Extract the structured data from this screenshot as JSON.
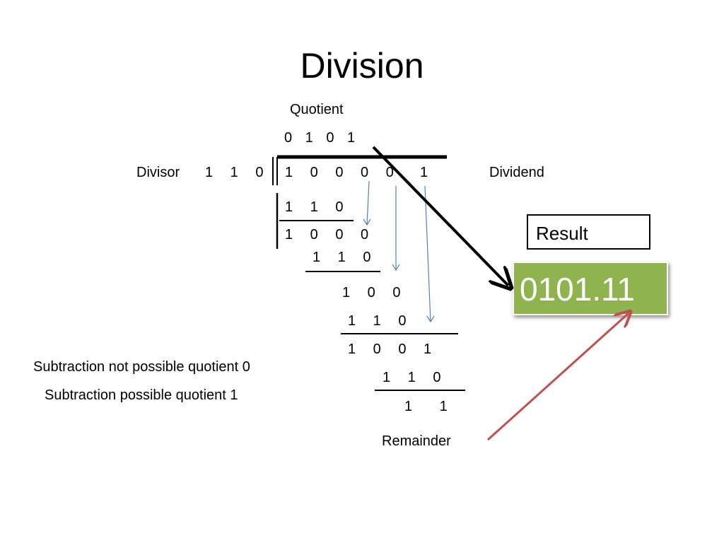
{
  "slide": {
    "title": "Division",
    "quotient_label": "Quotient",
    "quotient_digits": "0 1 0 1",
    "divisor_label": "Divisor",
    "divisor_digits": "1 1 0",
    "dividend_digits": "1 0 0 0 0",
    "dividend_extra_digit": "1",
    "dividend_label": "Dividend",
    "steps": [
      "1 1 0",
      "1 0 0 0",
      "1 1 0",
      "1 0 0",
      "1 1 0",
      "1 0 0 1",
      "1 1 0",
      "1 1"
    ],
    "result_label": "Result",
    "result_value": "0101.11",
    "remainder_label": "Remainder",
    "note_not_possible": "Subtraction not possible quotient 0",
    "note_possible": "Subtraction possible quotient 1",
    "colors": {
      "result_fill": "#8fb34f",
      "bring_down_arrow": "#4f81bd",
      "remainder_arrow": "#c0504d"
    }
  }
}
